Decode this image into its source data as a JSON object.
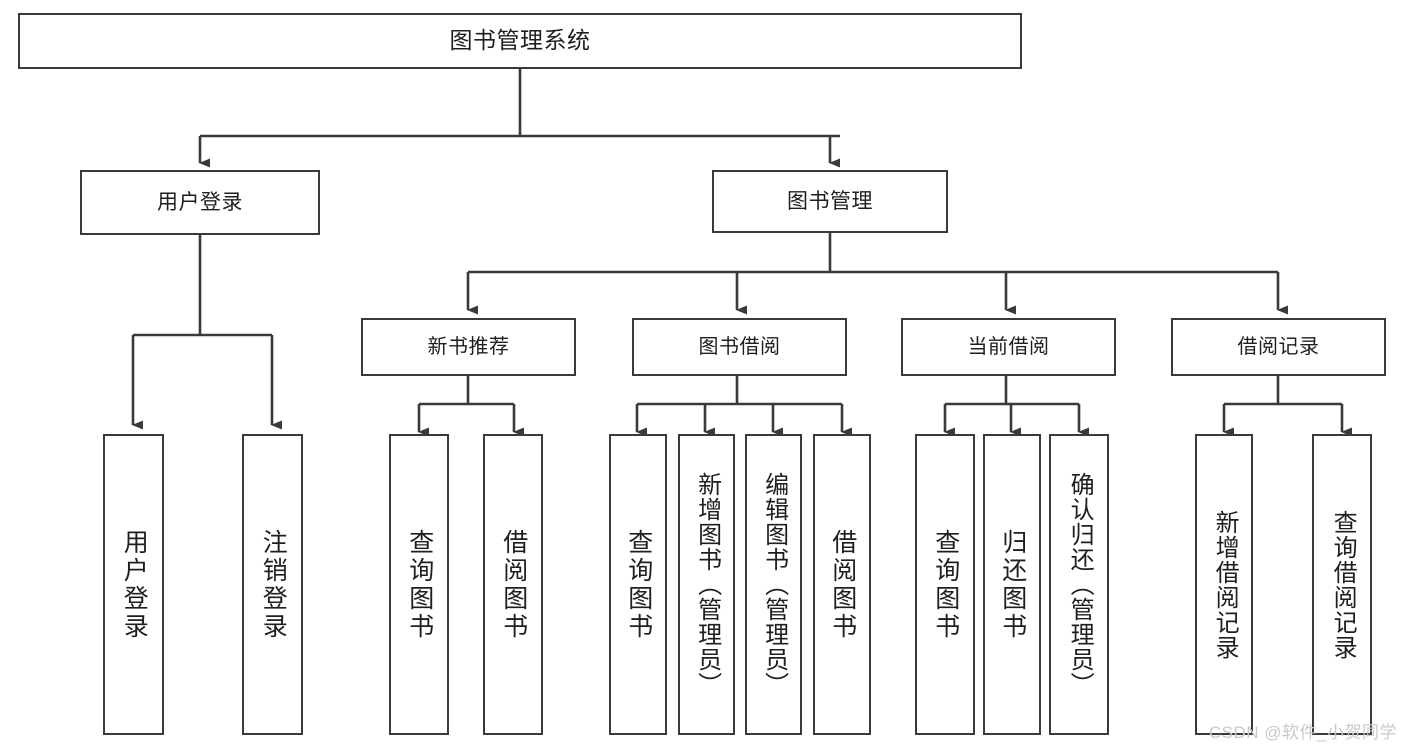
{
  "diagram": {
    "title": "图书管理系统",
    "type": "tree-hierarchy",
    "nodes": {
      "root": {
        "label": "图书管理系统"
      },
      "level1": [
        {
          "id": "user-login",
          "label": "用户登录"
        },
        {
          "id": "book-manage",
          "label": "图书管理"
        }
      ],
      "level2": [
        {
          "id": "new-book-recommend",
          "label": "新书推荐"
        },
        {
          "id": "book-borrow",
          "label": "图书借阅"
        },
        {
          "id": "current-borrow",
          "label": "当前借阅"
        },
        {
          "id": "borrow-record",
          "label": "借阅记录"
        }
      ],
      "leaves": {
        "user_login": [
          {
            "id": "leaf-user-login",
            "label": "用户登录"
          },
          {
            "id": "leaf-logout-login",
            "label": "注销登录"
          }
        ],
        "new_book_recommend": [
          {
            "id": "leaf-query-book-1",
            "label": "查询图书"
          },
          {
            "id": "leaf-borrow-book-1",
            "label": "借阅图书"
          }
        ],
        "book_borrow": [
          {
            "id": "leaf-query-book-2",
            "label": "查询图书"
          },
          {
            "id": "leaf-add-book",
            "label": "新增图书（管理员）"
          },
          {
            "id": "leaf-edit-book",
            "label": "编辑图书（管理员）"
          },
          {
            "id": "leaf-borrow-book-2",
            "label": "借阅图书"
          }
        ],
        "current_borrow": [
          {
            "id": "leaf-query-book-3",
            "label": "查询图书"
          },
          {
            "id": "leaf-return-book",
            "label": "归还图书"
          },
          {
            "id": "leaf-confirm-return",
            "label": "确认归还（管理员）"
          }
        ],
        "borrow_record": [
          {
            "id": "leaf-add-record",
            "label": "新增借阅记录"
          },
          {
            "id": "leaf-query-record",
            "label": "查询借阅记录"
          }
        ]
      }
    },
    "colors": {
      "stroke": "#3a3a3a",
      "fill": "#ffffff",
      "text": "#1f1f1f",
      "watermark": "#c9c9c9"
    }
  },
  "watermark": {
    "text": "CSDN @软件_小贺同学"
  }
}
